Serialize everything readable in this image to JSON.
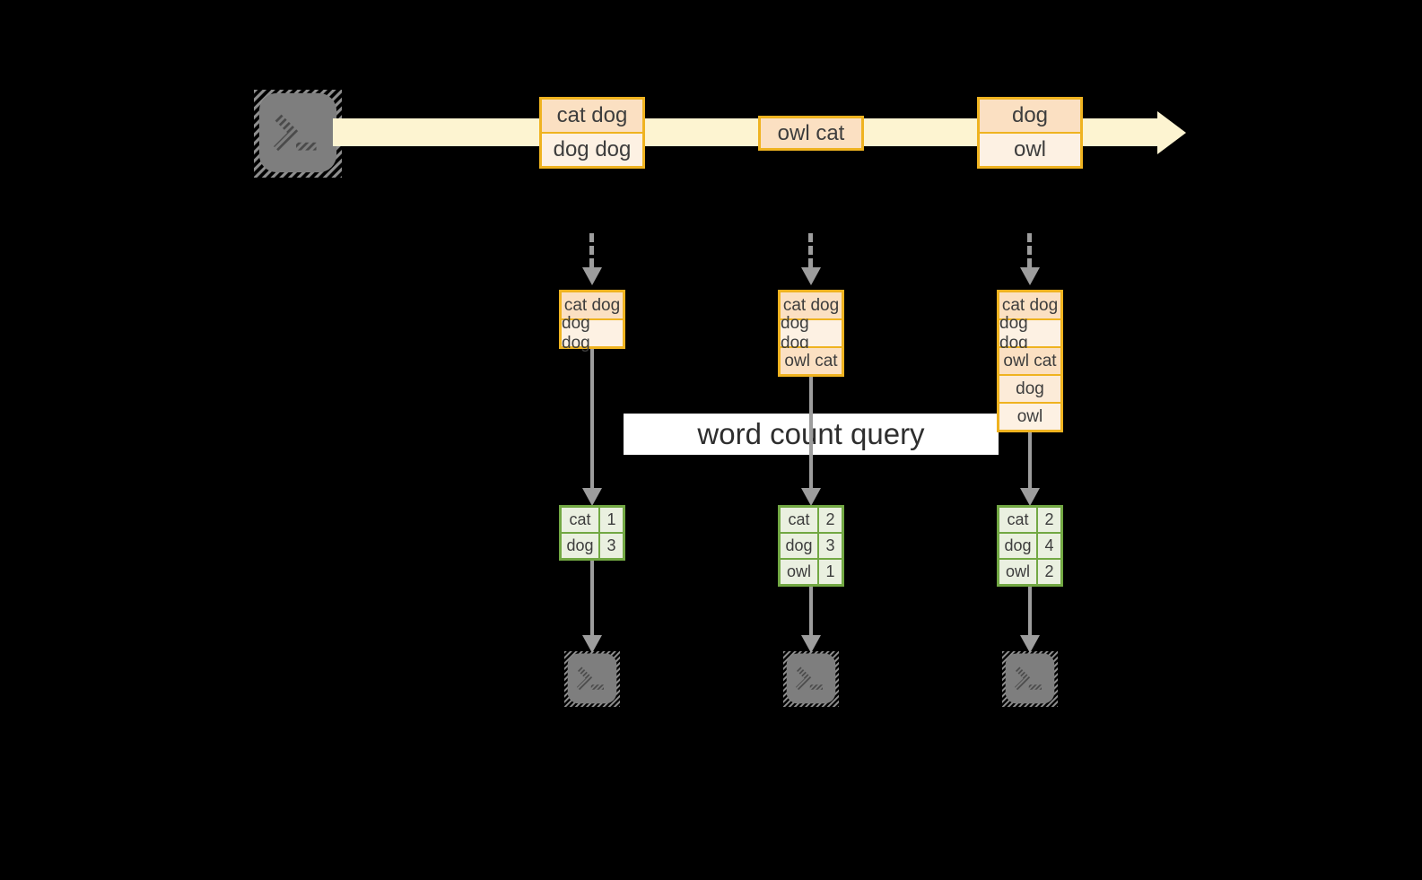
{
  "banner": {
    "label": "word count query"
  },
  "stream": {
    "messages": [
      {
        "rows": [
          "cat dog",
          "dog dog"
        ]
      },
      {
        "rows": [
          "owl cat"
        ]
      },
      {
        "rows": [
          "dog",
          "owl"
        ]
      }
    ]
  },
  "columns": [
    {
      "stack": [
        "cat dog",
        "dog dog"
      ],
      "counts": [
        {
          "word": "cat",
          "count": "1"
        },
        {
          "word": "dog",
          "count": "3"
        }
      ]
    },
    {
      "stack": [
        "cat dog",
        "dog dog",
        "owl cat"
      ],
      "counts": [
        {
          "word": "cat",
          "count": "2"
        },
        {
          "word": "dog",
          "count": "3"
        },
        {
          "word": "owl",
          "count": "1"
        }
      ]
    },
    {
      "stack": [
        "cat dog",
        "dog dog",
        "owl cat",
        "dog",
        "owl"
      ],
      "counts": [
        {
          "word": "cat",
          "count": "2"
        },
        {
          "word": "dog",
          "count": "4"
        },
        {
          "word": "owl",
          "count": "2"
        }
      ]
    }
  ],
  "icons": {
    "terminal_glyph": ">_"
  },
  "colors": {
    "orange_border": "#efb320",
    "peach_dark": "#fbe0c2",
    "peach_light": "#fdf1e3",
    "stream_band": "#fdf4d1",
    "green_border": "#72a843",
    "green_fill": "#eaf0e0",
    "arrow_gray": "#9d9d9d",
    "terminal_gray": "#7e7e7e",
    "banner_bg": "#ffffff",
    "text": "#3d3d3d",
    "background": "#000000"
  }
}
